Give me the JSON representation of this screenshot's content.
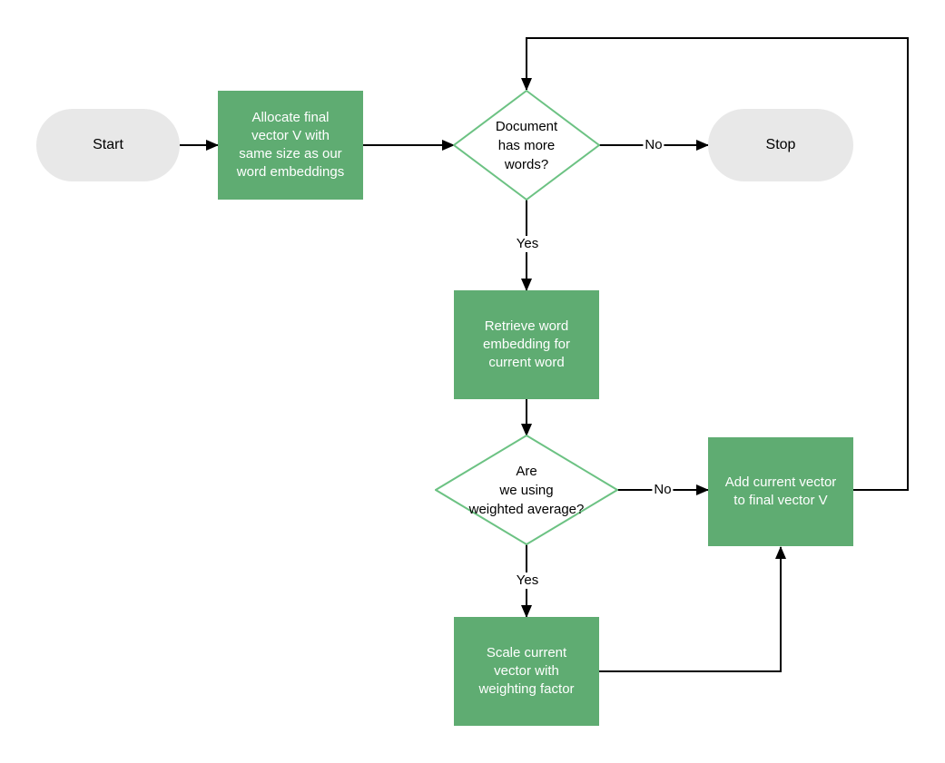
{
  "diagram": {
    "type": "flowchart",
    "nodes": {
      "start": {
        "label": "Start",
        "shape": "terminator"
      },
      "allocate": {
        "label": "Allocate final\nvector V with\nsame size as our\nword embeddings",
        "shape": "process"
      },
      "has_more_words": {
        "label": "Document\nhas more\nwords?",
        "shape": "decision"
      },
      "stop": {
        "label": "Stop",
        "shape": "terminator"
      },
      "retrieve": {
        "label": "Retrieve word\nembedding for\ncurrent word",
        "shape": "process"
      },
      "weighted_average": {
        "label": "Are\nwe using\nweighted average?",
        "shape": "decision"
      },
      "add_vector": {
        "label": "Add current vector\nto final vector V",
        "shape": "process"
      },
      "scale_vector": {
        "label": "Scale current\nvector with\nweighting factor",
        "shape": "process"
      }
    },
    "edge_labels": {
      "no_to_stop": "No",
      "yes_to_retrieve": "Yes",
      "no_to_add": "No",
      "yes_to_scale": "Yes"
    },
    "colors": {
      "background": "#ffffff",
      "process_fill": "#5fac72",
      "process_text": "#ffffff",
      "decision_fill": "#ffffff",
      "decision_border": "#6cc283",
      "decision_text": "#000000",
      "terminator_fill": "#e8e8e8",
      "terminator_text": "#000000",
      "connector": "#000000"
    }
  }
}
